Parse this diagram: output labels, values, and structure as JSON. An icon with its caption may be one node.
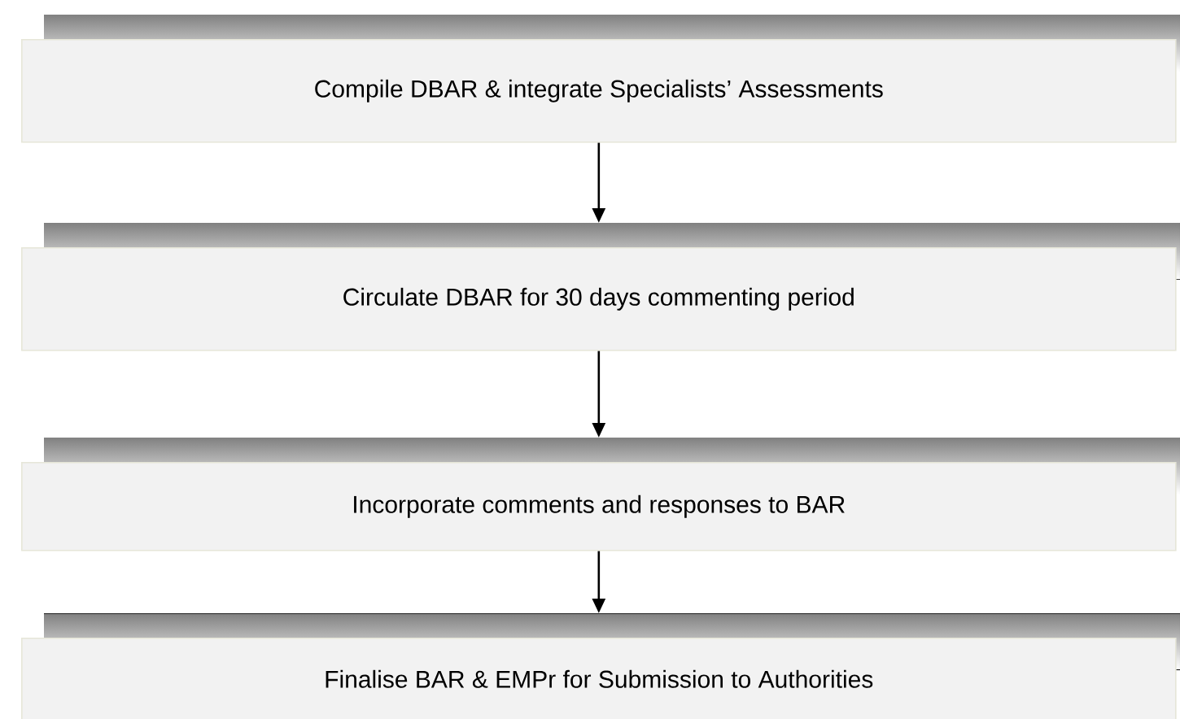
{
  "diagram": {
    "nodes": [
      {
        "text": [
          "Compile DBAR & integrate Specialists’ Assessments"
        ]
      },
      {
        "text": [
          "Circulate DBAR for 30 days commenting period"
        ]
      },
      {
        "text": [
          "Incorporate comments and responses to BAR"
        ]
      },
      {
        "text": [
          "Finalise BAR & EMPr for Submission to Authorities"
        ]
      }
    ],
    "edges": [
      {
        "from": 0,
        "to": 1,
        "arrow": "to"
      },
      {
        "from": 1,
        "to": 2,
        "arrow": "to"
      },
      {
        "from": 2,
        "to": 3,
        "arrow": "to"
      }
    ]
  }
}
